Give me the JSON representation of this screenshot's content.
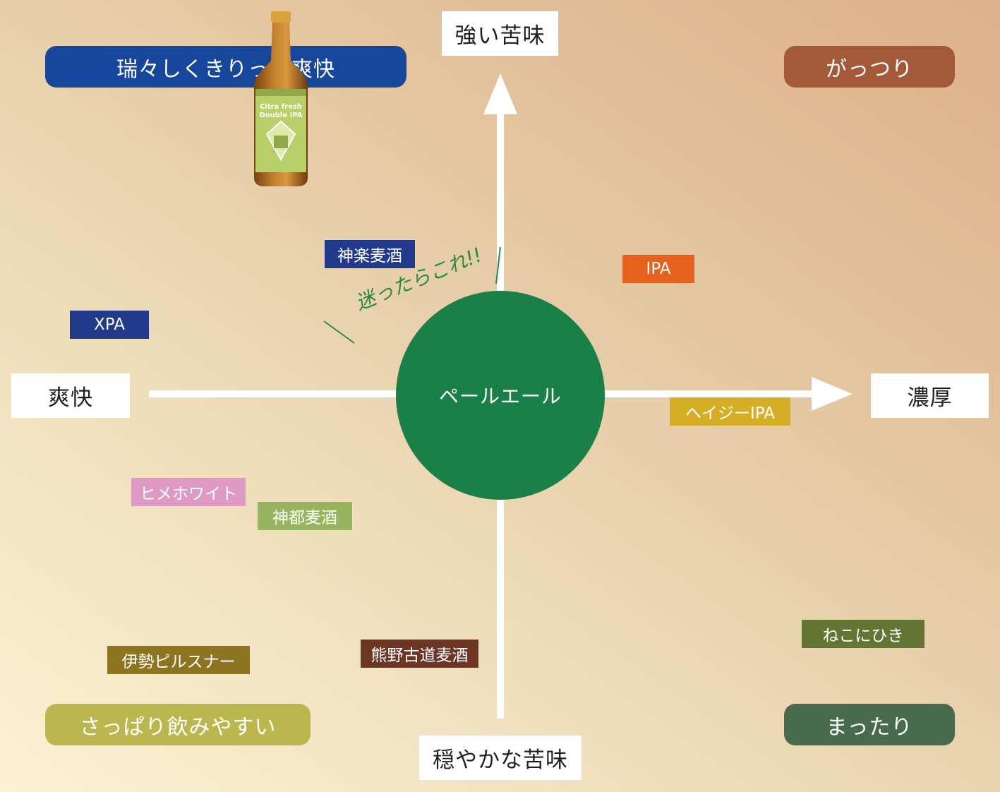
{
  "axes": {
    "top": "強い苦味",
    "bottom": "穏やかな苦味",
    "left": "爽快",
    "right": "濃厚"
  },
  "quadrants": {
    "top_left": {
      "label": "瑞々しくきりっと爽快",
      "color": "#17479a"
    },
    "top_right": {
      "label": "がっつり",
      "color": "#a45a38"
    },
    "bottom_left": {
      "label": "さっぱり飲みやすい",
      "color": "#bcb64e"
    },
    "bottom_right": {
      "label": "まったり",
      "color": "#486b4d"
    }
  },
  "center": {
    "label": "ペールエール",
    "color": "#1a8048"
  },
  "note": "迷ったらこれ!!",
  "beers": [
    {
      "label": "神楽麦酒",
      "color": "#213a8b"
    },
    {
      "label": "IPA",
      "color": "#e6601e"
    },
    {
      "label": "XPA",
      "color": "#213a8b"
    },
    {
      "label": "ヘイジーIPA",
      "color": "#d5ae26"
    },
    {
      "label": "ヒメホワイト",
      "color": "#de9ac4"
    },
    {
      "label": "神都麦酒",
      "color": "#96b55e"
    },
    {
      "label": "ねこにひき",
      "color": "#637532"
    },
    {
      "label": "伊勢ピルスナー",
      "color": "#8c7420"
    },
    {
      "label": "熊野古道麦酒",
      "color": "#6d3524"
    }
  ],
  "bottle": {
    "label_text": [
      "Citra fresh",
      "Double IPA"
    ]
  }
}
